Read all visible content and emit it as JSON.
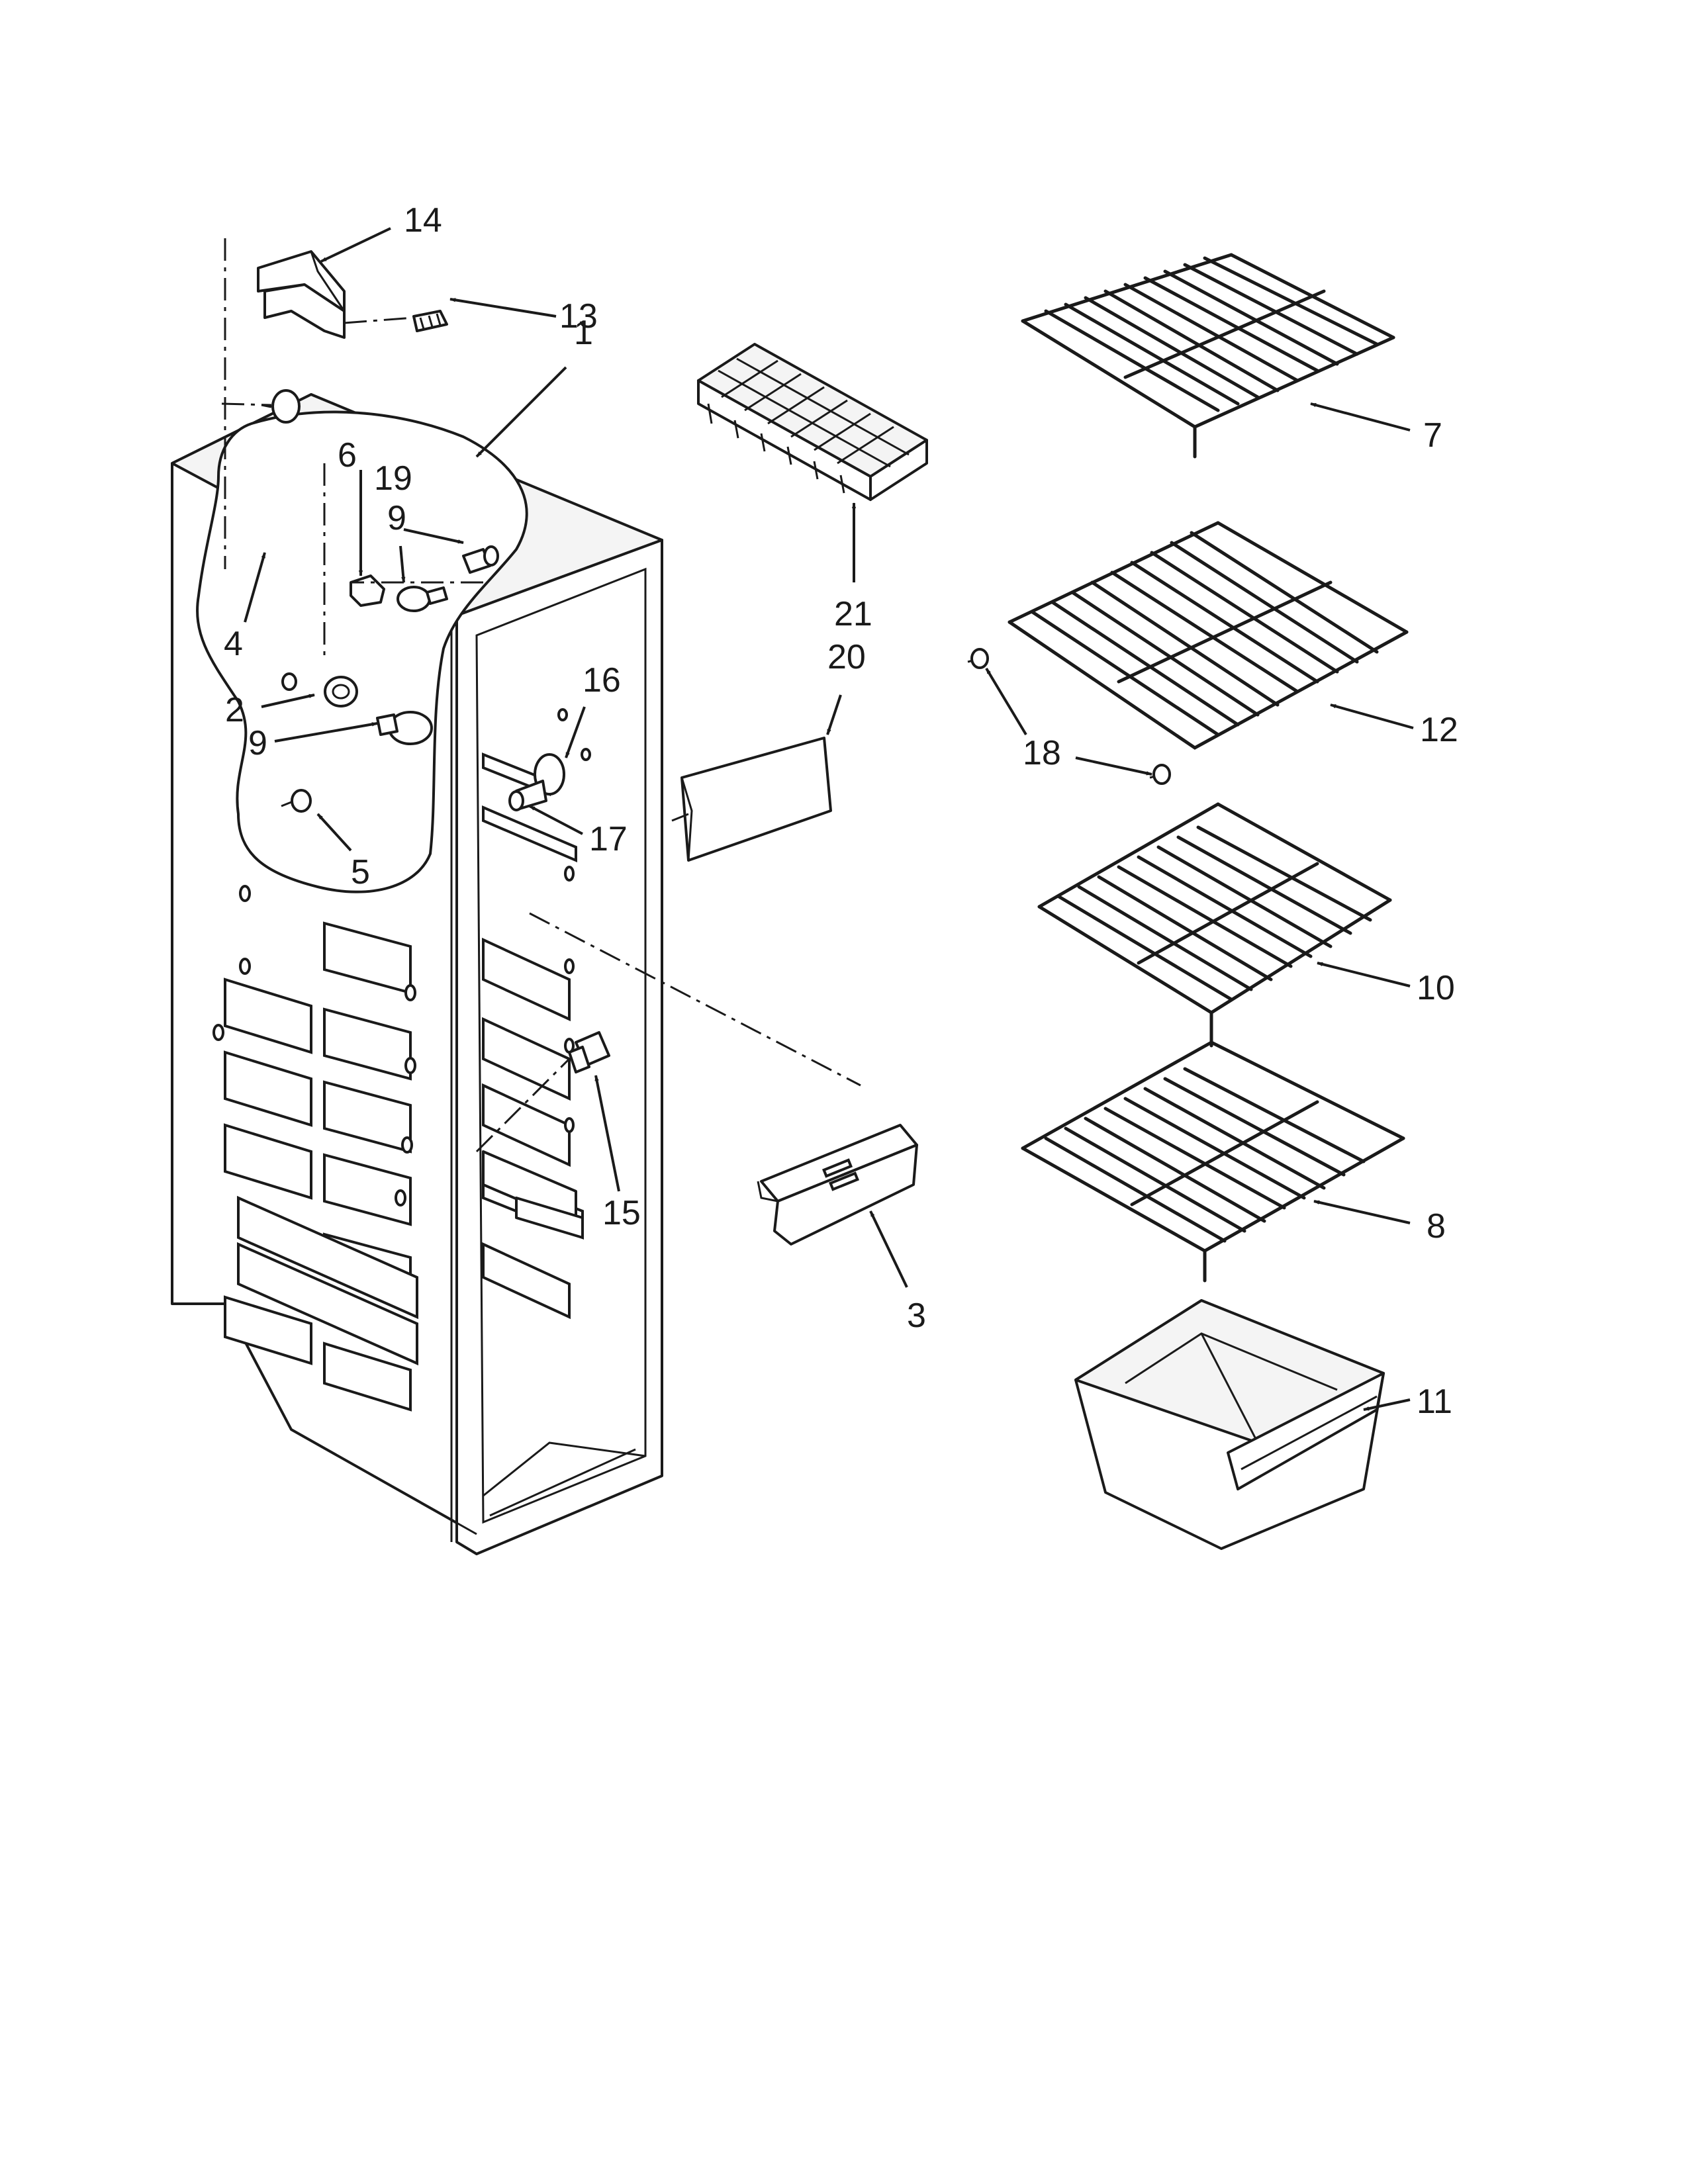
{
  "callouts": {
    "c1": "1",
    "c2": "2",
    "c3": "3",
    "c4": "4",
    "c5": "5",
    "c6": "6",
    "c7": "7",
    "c8": "8",
    "c9a": "9",
    "c9b": "9",
    "c10": "10",
    "c11": "11",
    "c12": "12",
    "c13": "13",
    "c14": "14",
    "c15": "15",
    "c16": "16",
    "c17": "17",
    "c18": "18",
    "c19": "19",
    "c20": "20",
    "c21": "21"
  }
}
